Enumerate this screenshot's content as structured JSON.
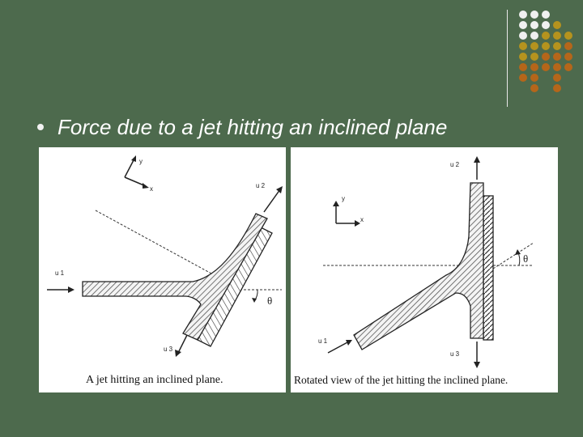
{
  "slide": {
    "title": "Force due to a jet hitting an inclined plane",
    "colors": {
      "background": "#4d6a4d",
      "dot_white": "#f0f0f0",
      "dot_gold": "#b5931e",
      "dot_orange": "#b5661a"
    }
  },
  "left_figure": {
    "caption": "A jet hitting an inclined plane.",
    "labels": {
      "axis_x": "x",
      "axis_y": "y",
      "inflow": "u 1",
      "up_flow": "u 2",
      "down_flow": "u 3",
      "angle": "θ"
    }
  },
  "right_figure": {
    "caption": "Rotated view of the jet hitting the inclined plane.",
    "labels": {
      "axis_x": "x",
      "axis_y": "y",
      "inflow": "u 1",
      "up_flow": "u 2",
      "down_flow": "u 3",
      "angle": "θ"
    }
  }
}
